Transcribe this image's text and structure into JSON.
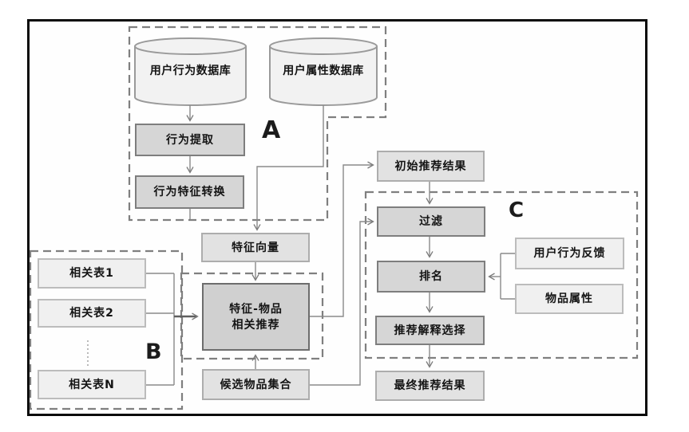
{
  "diagram": {
    "type": "flowchart",
    "groups": {
      "a": {
        "label": "A"
      },
      "b": {
        "label": "B"
      },
      "c": {
        "label": "C"
      }
    },
    "nodes": {
      "user_behavior_db": {
        "label": "用户行为数据库",
        "shape": "database",
        "group": "A"
      },
      "user_attribute_db": {
        "label": "用户属性数据库",
        "shape": "database",
        "group": "A"
      },
      "behavior_extraction": {
        "label": "行为提取",
        "shape": "process",
        "group": "A"
      },
      "behavior_feature_conv": {
        "label": "行为特征转换",
        "shape": "process",
        "group": "A"
      },
      "feature_vector": {
        "label": "特征向量",
        "shape": "data"
      },
      "related_table_1": {
        "label": "相关表1",
        "shape": "data",
        "group": "B"
      },
      "related_table_2": {
        "label": "相关表2",
        "shape": "data",
        "group": "B"
      },
      "related_table_n": {
        "label": "相关表N",
        "shape": "data",
        "group": "B"
      },
      "feature_item_rec": {
        "label": "特征-物品\n相关推荐",
        "shape": "process"
      },
      "candidate_item_set": {
        "label": "候选物品集合",
        "shape": "data"
      },
      "initial_rec_result": {
        "label": "初始推荐结果",
        "shape": "data"
      },
      "filtering": {
        "label": "过滤",
        "shape": "process",
        "group": "C"
      },
      "ranking": {
        "label": "排名",
        "shape": "process",
        "group": "C"
      },
      "explanation_selection": {
        "label": "推荐解释选择",
        "shape": "process",
        "group": "C"
      },
      "user_behavior_feedback": {
        "label": "用户行为反馈",
        "shape": "data",
        "group": "C"
      },
      "item_attributes": {
        "label": "物品属性",
        "shape": "data",
        "group": "C"
      },
      "final_rec_result": {
        "label": "最终推荐结果",
        "shape": "data"
      }
    },
    "edges": [
      {
        "from": "user_behavior_db",
        "to": "behavior_extraction"
      },
      {
        "from": "behavior_extraction",
        "to": "behavior_feature_conv"
      },
      {
        "from": "behavior_feature_conv",
        "to": "feature_vector"
      },
      {
        "from": "user_attribute_db",
        "to": "feature_vector"
      },
      {
        "from": "feature_vector",
        "to": "feature_item_rec"
      },
      {
        "from": "related_table_1",
        "to": "feature_item_rec"
      },
      {
        "from": "related_table_2",
        "to": "feature_item_rec"
      },
      {
        "from": "related_table_n",
        "to": "feature_item_rec"
      },
      {
        "from": "candidate_item_set",
        "to": "feature_item_rec"
      },
      {
        "from": "feature_item_rec",
        "to": "initial_rec_result"
      },
      {
        "from": "initial_rec_result",
        "to": "filtering"
      },
      {
        "from": "candidate_item_set",
        "to": "filtering"
      },
      {
        "from": "filtering",
        "to": "ranking"
      },
      {
        "from": "user_behavior_feedback",
        "to": "ranking"
      },
      {
        "from": "item_attributes",
        "to": "ranking"
      },
      {
        "from": "ranking",
        "to": "explanation_selection"
      },
      {
        "from": "explanation_selection",
        "to": "final_rec_result"
      }
    ],
    "colors": {
      "frame": "#0a0a0a",
      "dashed_border": "#7f7f7f",
      "connector": "#8a8a8a",
      "node_light_fill": "#f0f0f0",
      "node_mid_fill": "#e2e2e2",
      "node_dark_fill": "#d6d6d6",
      "text": "#141414"
    }
  }
}
